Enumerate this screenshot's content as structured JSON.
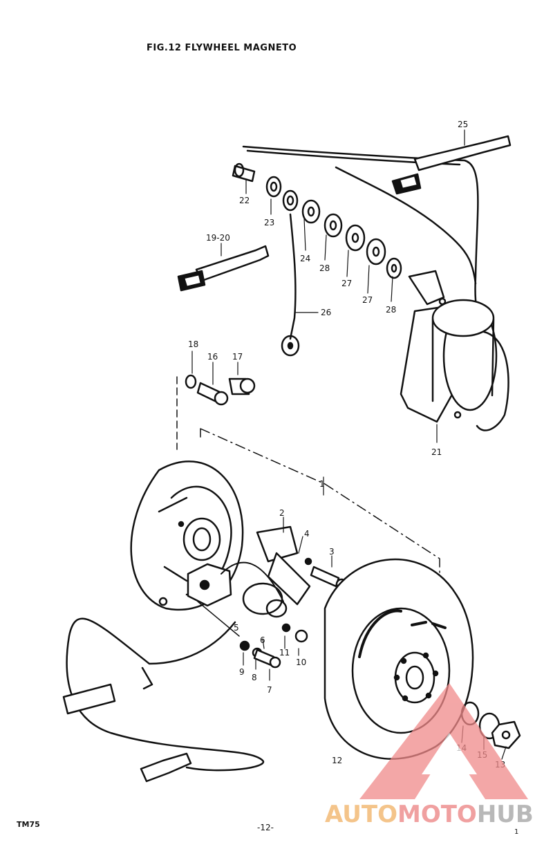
{
  "title": "FIG.12 FLYWHEEL MAGNETO",
  "footer": {
    "model": "TM75",
    "page": "-12-",
    "mark": "1"
  },
  "watermark": {
    "part1": "AUTO",
    "part2": "MOTO",
    "part3": "HUB",
    "colors": [
      "#f4c48a",
      "#f0a0a0",
      "#b8b8b8"
    ]
  },
  "callouts": {
    "c1": "1",
    "c2": "2",
    "c3": "3",
    "c4": "4",
    "c5": "5",
    "c6": "6",
    "c7": "7",
    "c8": "8",
    "c9": "9",
    "c10": "10",
    "c11": "11",
    "c12": "12",
    "c13": "13",
    "c14": "14",
    "c15": "15",
    "c16": "16",
    "c17": "17",
    "c18": "18",
    "c19_20": "19-20",
    "c21": "21",
    "c22": "22",
    "c23": "23",
    "c24": "24",
    "c25": "25",
    "c26": "26",
    "c27a": "27",
    "c27b": "27",
    "c28a": "28",
    "c28b": "28"
  }
}
